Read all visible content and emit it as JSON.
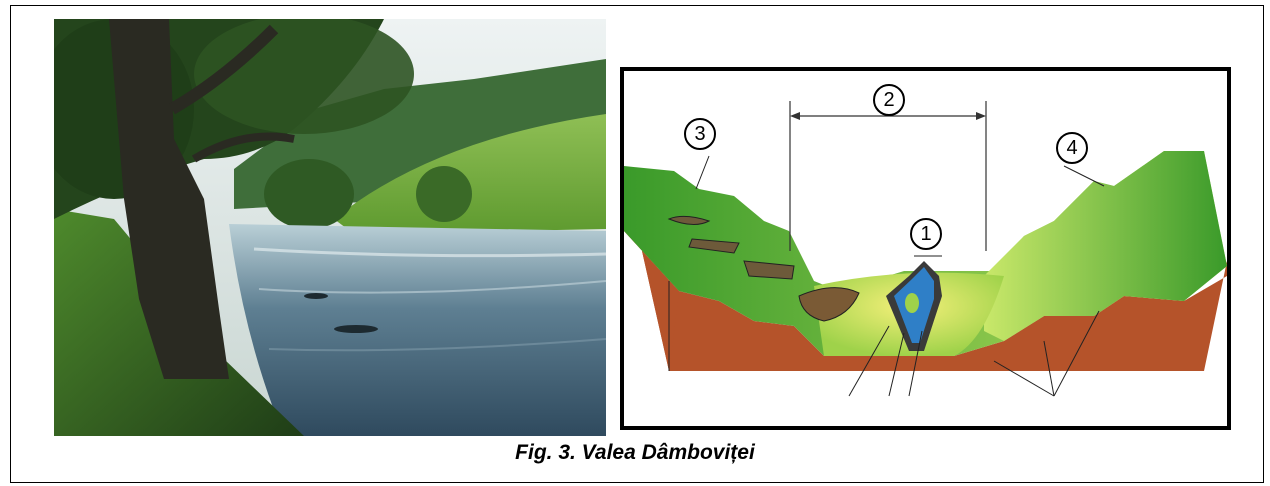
{
  "figure": {
    "caption": "Fig. 3. Valea Dâmboviței",
    "callouts": [
      "1",
      "2",
      "3",
      "4"
    ]
  },
  "colors": {
    "grass_light": "#d8ec7a",
    "grass_dark": "#3a9a2a",
    "soil": "#b5532a",
    "water": "#2f7fc7",
    "border": "#000000"
  }
}
